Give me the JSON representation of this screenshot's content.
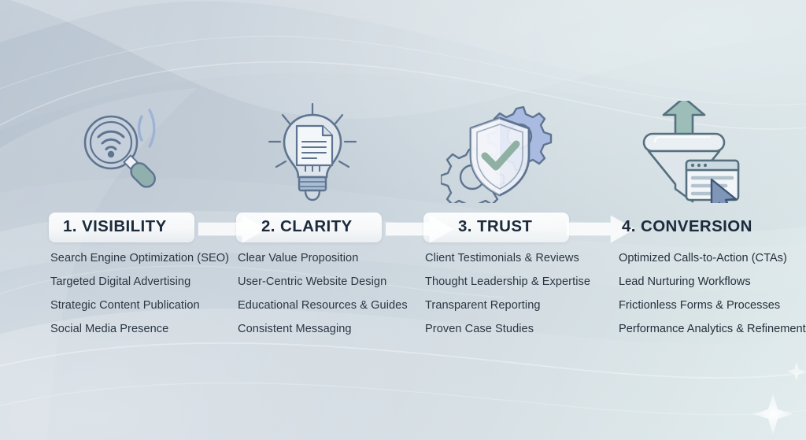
{
  "theme": {
    "background_start": "#b9c5d1",
    "background_end": "#e2ecee",
    "heading_color": "#1b2b3c",
    "body_text_color": "#2b3643",
    "accent_teal": "#7fa8a5",
    "accent_blue": "#aab9e0",
    "band_color": "#ffffff"
  },
  "decor": {
    "sparkle_name": "four-point-star-sparkle"
  },
  "columns": [
    {
      "id": "visibility",
      "heading": "1. VISIBILITY",
      "icon": "magnifying-glass-wifi-icon",
      "has_arrow": true,
      "items": [
        "Search Engine Optimization (SEO)",
        "Targeted Digital Advertising",
        "Strategic Content Publication",
        "Social Media Presence"
      ]
    },
    {
      "id": "clarity",
      "heading": "2. CLARITY",
      "icon": "lightbulb-document-icon",
      "has_arrow": true,
      "items": [
        "Clear Value Proposition",
        "User-Centric Website Design",
        "Educational Resources & Guides",
        "Consistent Messaging"
      ]
    },
    {
      "id": "trust",
      "heading": "3. TRUST",
      "icon": "shield-check-gears-icon",
      "has_arrow": true,
      "items": [
        "Client Testimonials & Reviews",
        "Thought Leadership & Expertise",
        "Transparent Reporting",
        "Proven Case Studies"
      ]
    },
    {
      "id": "conversion",
      "heading": "4. CONVERSION",
      "icon": "funnel-arrow-cursor-icon",
      "has_arrow": false,
      "items": [
        "Optimized Calls-to-Action (CTAs)",
        "Lead Nurturing Workflows",
        "Frictionless Forms & Processes",
        "Performance Analytics & Refinement"
      ]
    }
  ]
}
